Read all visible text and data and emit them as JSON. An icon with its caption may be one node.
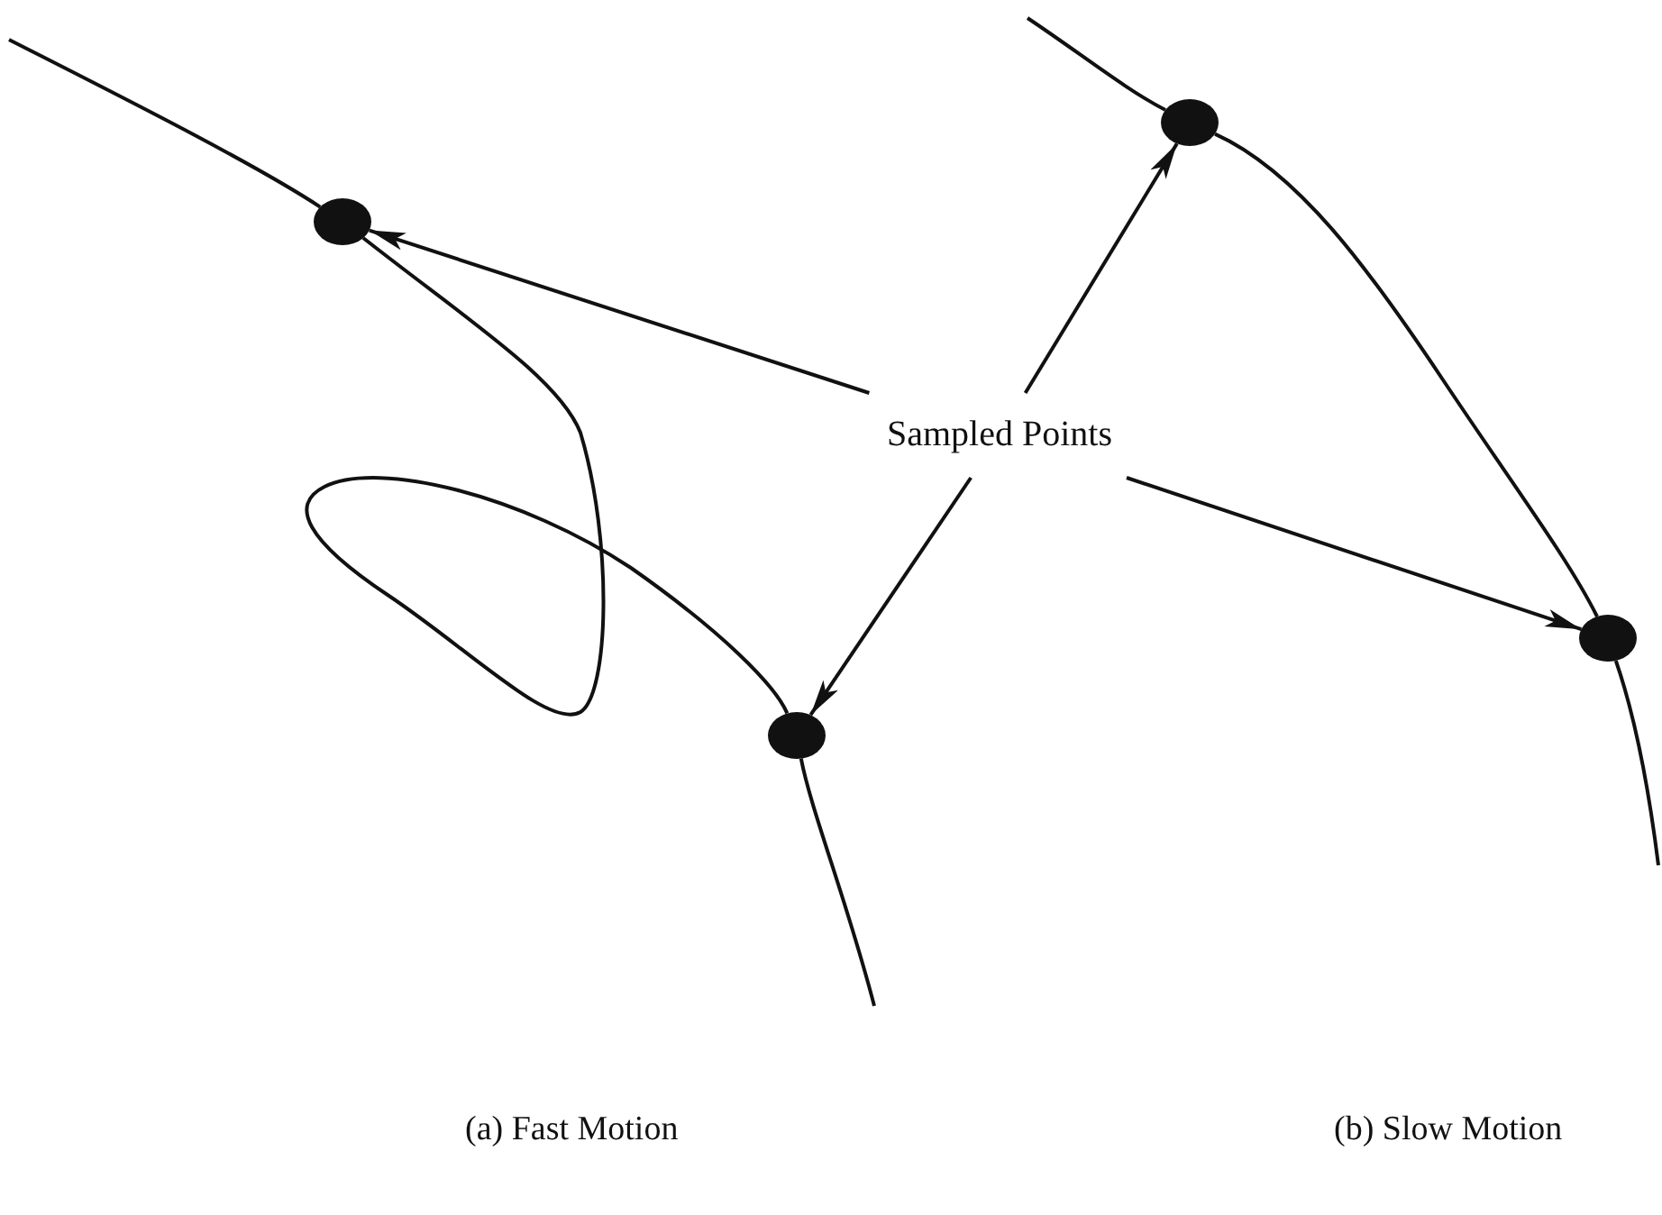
{
  "diagram": {
    "nodes": [
      {
        "text": [
          "Sampled Points"
        ]
      },
      {
        "text": [],
        "shape": "circle"
      },
      {
        "text": [],
        "shape": "circle"
      },
      {
        "text": [],
        "shape": "circle"
      },
      {
        "text": [],
        "shape": "circle"
      }
    ],
    "edges": [
      {
        "from": 0,
        "to": 1,
        "arrow": "to"
      },
      {
        "from": 0,
        "to": 3,
        "arrow": "to"
      },
      {
        "from": 0,
        "to": 2,
        "arrow": "to"
      },
      {
        "from": 0,
        "to": 4,
        "arrow": "to"
      },
      {
        "from": null,
        "to": 1,
        "arrow": "none"
      },
      {
        "from": 1,
        "to": 2,
        "arrow": "none"
      },
      {
        "from": 2,
        "to": null,
        "arrow": "none"
      },
      {
        "from": null,
        "to": 3,
        "arrow": "none"
      },
      {
        "from": 3,
        "to": 4,
        "arrow": "none"
      },
      {
        "from": 4,
        "to": null,
        "arrow": "none"
      }
    ],
    "labels": [
      "(a) Fast Motion",
      "(b) Slow Motion"
    ]
  }
}
